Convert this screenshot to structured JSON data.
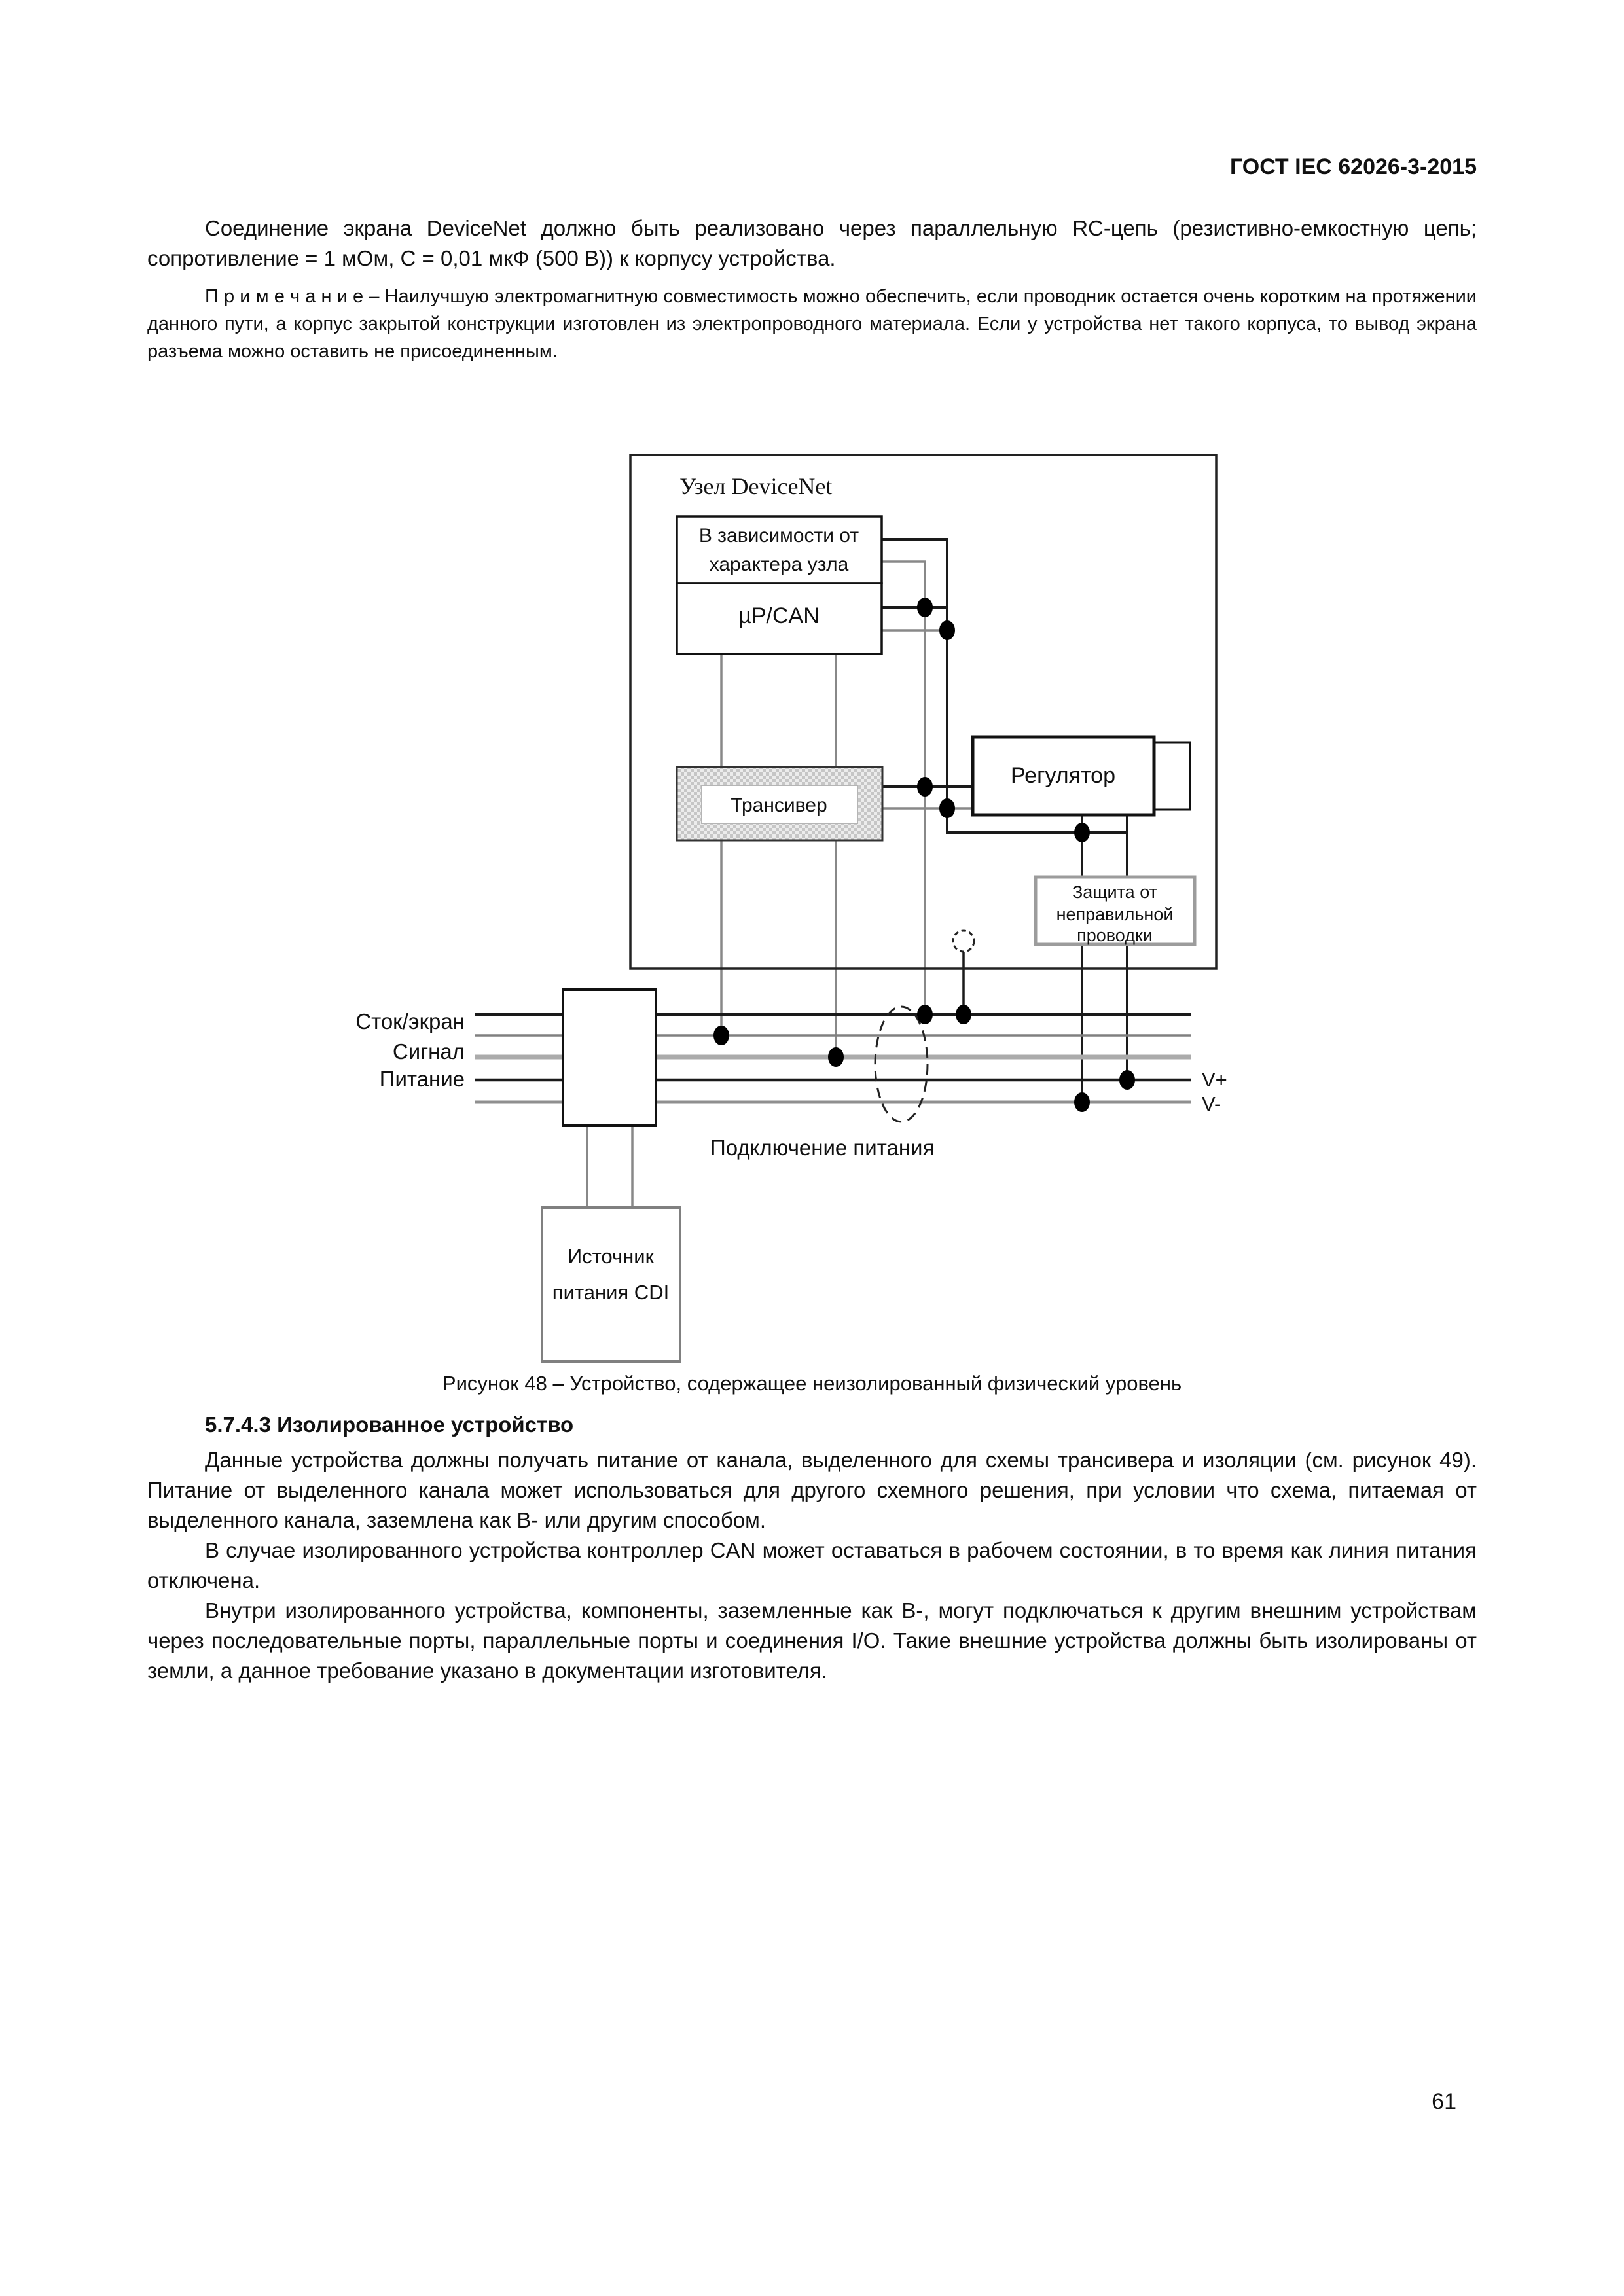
{
  "page": {
    "header": "ГОСТ IEC 62026-3-2015",
    "page_number": "61"
  },
  "intro": {
    "paragraph": "Соединение экрана DeviceNet должно быть реализовано через параллельную RC-цепь (резистивно-емкостную цепь; сопротивление = 1 мОм, С = 0,01 мкФ (500 В)) к корпусу устройства.",
    "note": "П р и м е ч а н и е  – Наилучшую электромагнитную совместимость можно обеспечить, если проводник остается очень коротким на протяжении данного пути, а корпус закрытой конструкции изготовлен из электропроводного материала. Если у устройства нет такого корпуса, то вывод экрана разъема можно оставить не присоединенным."
  },
  "figure": {
    "caption": "Рисунок 48 – Устройство, содержащее неизолированный физический уровень",
    "labels": {
      "node": "Узел DeviceNet",
      "depends_line1": "В зависимости от",
      "depends_line2": "характера узла",
      "mpcan": "µP/CAN",
      "transceiver": "Трансивер",
      "regulator": "Регулятор",
      "protection_line1": "Защита от",
      "protection_line2": "неправильной",
      "protection_line3": "проводки",
      "bus_drain": "Сток/экран",
      "bus_signal": "Сигнал",
      "bus_power": "Питание",
      "v_plus": "V+",
      "v_minus": "V-",
      "power_connection": "Подключение питания",
      "cdi_line1": "Источник",
      "cdi_line2": "питания CDI"
    },
    "colors": {
      "wire_black": "#1a1a1a",
      "wire_gray": "#888888"
    }
  },
  "section": {
    "heading": "5.7.4.3 Изолированное устройство",
    "paragraphs": [
      "Данные устройства должны получать питание от канала, выделенного для схемы трансивера и изоляции (см. рисунок 49). Питание от выделенного канала может использоваться для другого схемного решения, при условии что схема, питаемая от выделенного канала, заземлена как В- или другим способом.",
      "В случае изолированного устройства контроллер CAN может оставаться в рабочем состоянии, в то время как линия питания отключена.",
      "Внутри изолированного устройства, компоненты, заземленные как В-, могут подключаться к другим внешним устройствам через последовательные порты, параллельные порты и соединения I/O. Такие внешние устройства должны быть изолированы от земли, а данное требование указано в документации изготовителя."
    ]
  }
}
